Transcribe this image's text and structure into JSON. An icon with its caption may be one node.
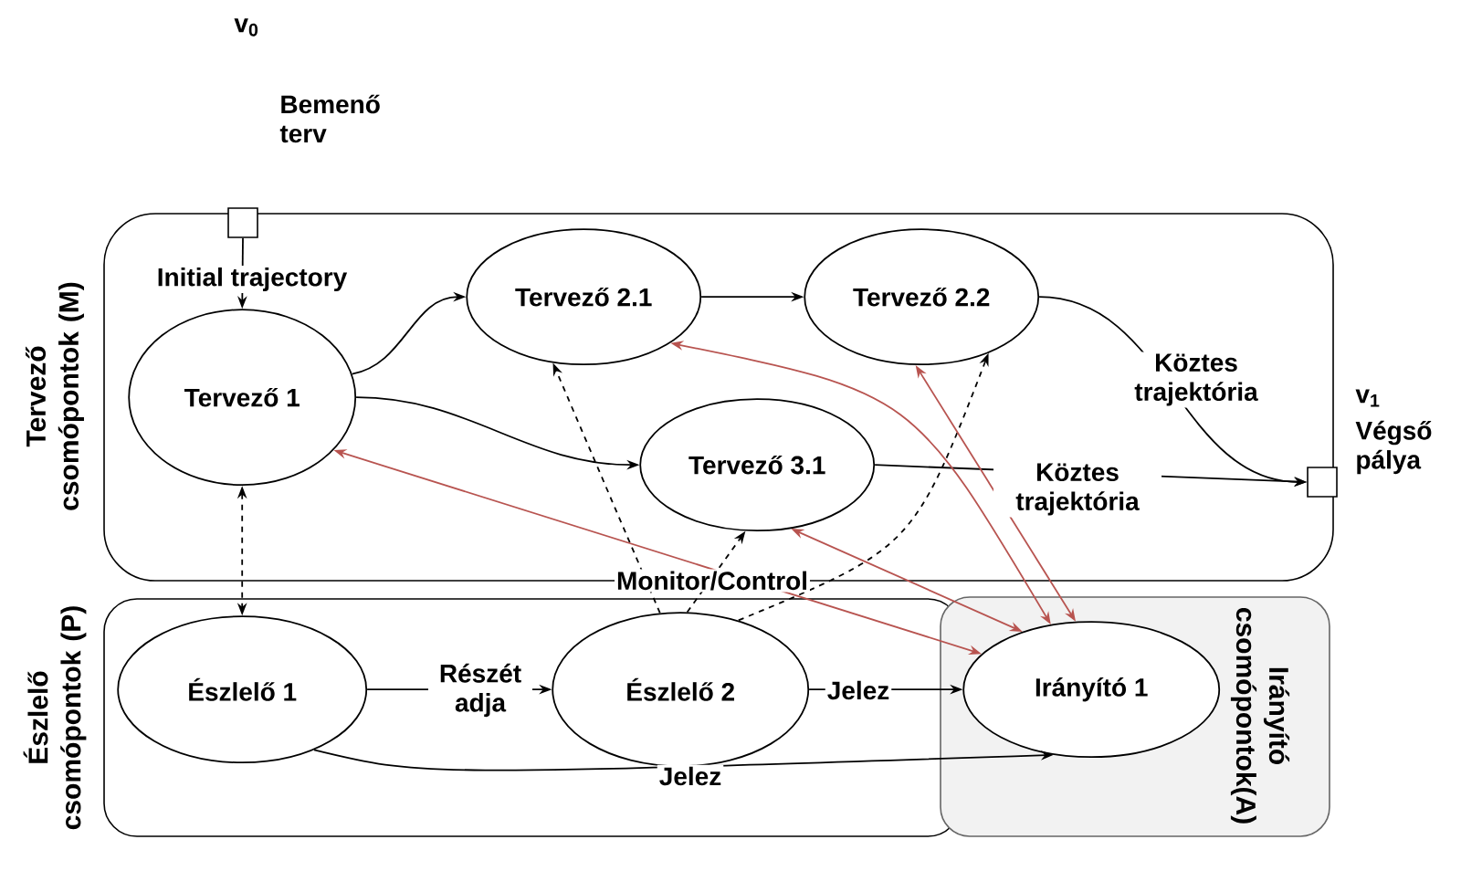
{
  "diagram": {
    "nodes": [
      {
        "text": [
          "Tervező csomópontok (M)"
        ]
      },
      {
        "text": [
          "Észlelő csomópontok (P)"
        ]
      },
      {
        "text": [
          "Irányító csomópontok(A)"
        ]
      },
      {
        "text": [],
        "shape": "box",
        "beside": [
          "v$_{0}$",
          "Bemenő terv"
        ]
      },
      {
        "text": [
          "Tervező 1"
        ],
        "in": 0
      },
      {
        "text": [
          "Tervező 2.1"
        ],
        "in": 0
      },
      {
        "text": [
          "Tervező 2.2"
        ],
        "in": 0
      },
      {
        "text": [
          "Tervező 3.1"
        ],
        "in": 0
      },
      {
        "text": [],
        "shape": "box",
        "beside": [
          "v$_{1}$",
          "Végső pálya"
        ]
      },
      {
        "text": [
          "Észlelő 1"
        ],
        "in": 1
      },
      {
        "text": [
          "Észlelő 2"
        ],
        "in": 1
      },
      {
        "text": [
          "Irányító 1"
        ],
        "in": 2
      }
    ],
    "edges": [
      {
        "from": 3,
        "to": 4,
        "arrow": "to",
        "label": "Initial trajectory"
      },
      {
        "from": 4,
        "to": 5,
        "arrow": "to"
      },
      {
        "from": 4,
        "to": 7,
        "arrow": "to"
      },
      {
        "from": 5,
        "to": 6,
        "arrow": "to"
      },
      {
        "from": 6,
        "to": 8,
        "arrow": "to",
        "label": "Köztes trajektória"
      },
      {
        "from": 7,
        "to": 8,
        "arrow": "to",
        "label": "Köztes trajektória"
      },
      {
        "from": 4,
        "to": 9,
        "arrow": "both",
        "style": "dashed"
      },
      {
        "from": 9,
        "to": 10,
        "arrow": "to",
        "label": "Részét adja"
      },
      {
        "from": 10,
        "to": 11,
        "arrow": "to",
        "label": "Jelez"
      },
      {
        "from": 9,
        "to": 11,
        "arrow": "to",
        "label": "Jelez"
      },
      {
        "from": 10,
        "to": 5,
        "arrow": "to",
        "style": "dashed"
      },
      {
        "from": 10,
        "to": 7,
        "arrow": "to",
        "style": "dashed"
      },
      {
        "from": 10,
        "to": 6,
        "arrow": "to",
        "style": "dashed"
      },
      {
        "from": 4,
        "to": 11,
        "arrow": "both",
        "color": "#b85450",
        "label": "Monitor/Control"
      },
      {
        "from": 5,
        "to": 11,
        "arrow": "both",
        "color": "#b85450"
      },
      {
        "from": 6,
        "to": 11,
        "arrow": "both",
        "color": "#b85450"
      },
      {
        "from": 7,
        "to": 11,
        "arrow": "both",
        "color": "#b85450"
      }
    ]
  }
}
